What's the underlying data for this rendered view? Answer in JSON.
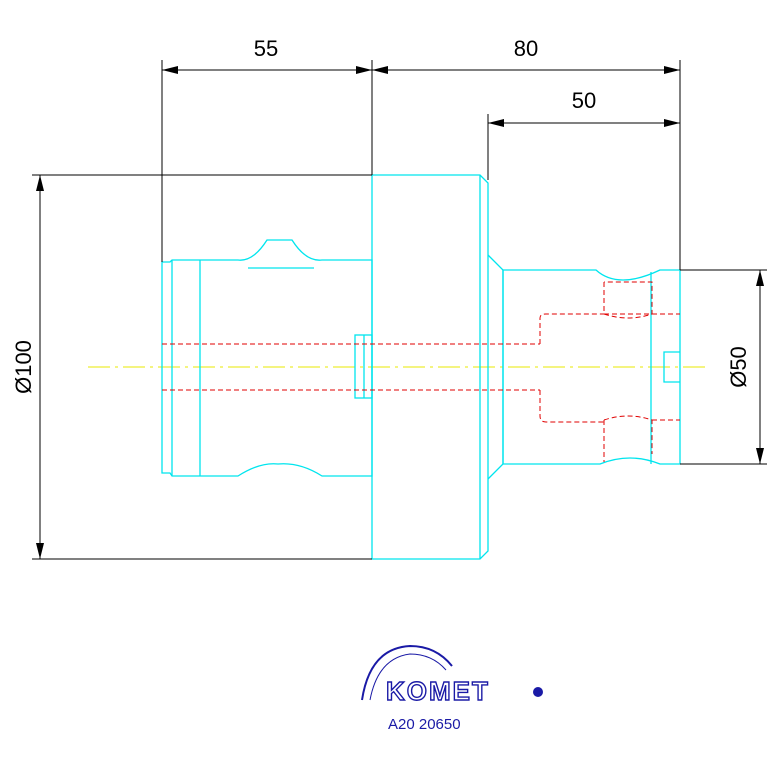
{
  "dimensions": {
    "left_length": "55",
    "total_length": "80",
    "right_length": "50",
    "large_diameter": "Ø100",
    "small_diameter": "Ø50"
  },
  "logo": {
    "brand": "KOMET",
    "part_number": "A20 20650"
  },
  "colors": {
    "outline": "#00e5ee",
    "hidden": "#e00000",
    "centerline": "#e8e800",
    "dimension": "#000000",
    "logo": "#1a1aa6"
  }
}
